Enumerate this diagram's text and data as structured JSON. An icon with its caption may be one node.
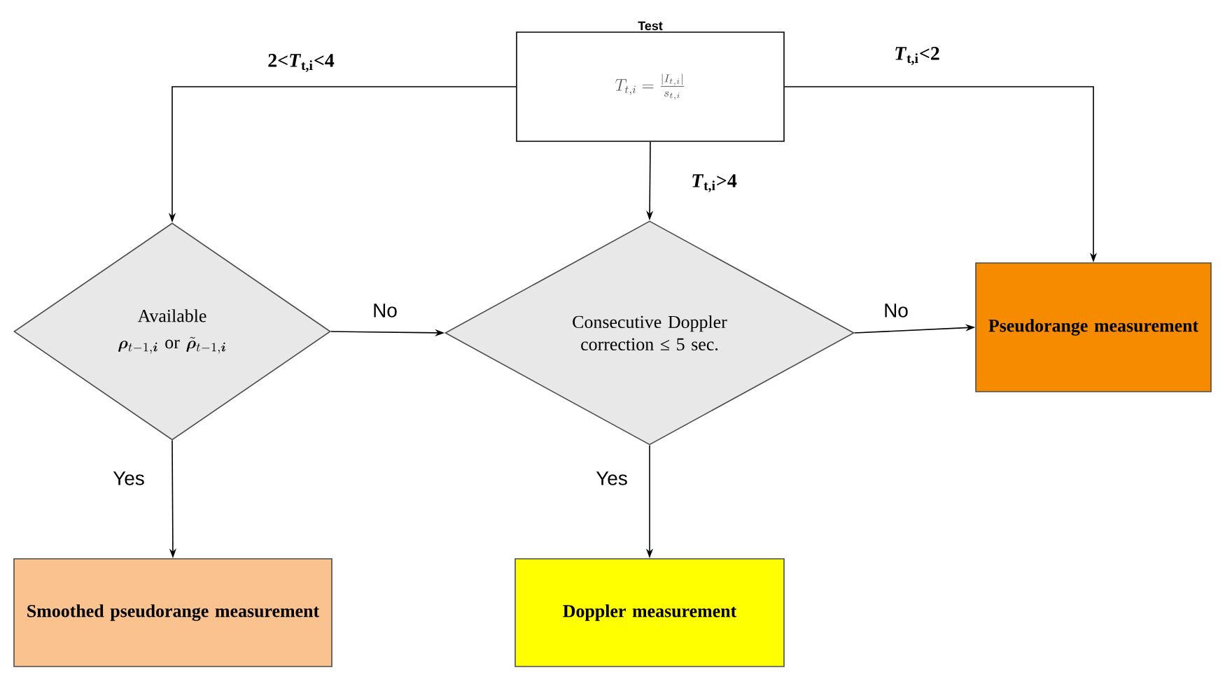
{
  "diagram": {
    "nodes": [
      {
        "text": [
          "Test",
          "T_{t,i} = \\frac{|I_{t,i}|}{s_{t,i}}"
        ]
      },
      {
        "text": [
          "Available",
          "\\boldsymbol{\\rho}_{t-1,\\boldsymbol{i}}\\ \\mathrm{or}\\ \\tilde{\\boldsymbol{\\rho}}_{t-1,\\boldsymbol{i}}"
        ]
      },
      {
        "text": [
          "Consecutive Doppler correction ≤ 5 sec."
        ]
      },
      {
        "text": [
          "Pseudorange measurement"
        ]
      },
      {
        "text": [
          "Smoothed pseudorange measurement"
        ]
      },
      {
        "text": [
          "Doppler measurement"
        ]
      }
    ],
    "edges": [
      {
        "from": 0,
        "to": 1,
        "arrow": "to",
        "label": "2<*T*$_{t,i}$<4"
      },
      {
        "from": 0,
        "to": 2,
        "arrow": "to",
        "label": "*T*$_{t,i}$>4"
      },
      {
        "from": 0,
        "to": 3,
        "arrow": "to",
        "label": "*T*$_{t,i}$<2"
      },
      {
        "from": 1,
        "to": 2,
        "arrow": "to",
        "label": "No"
      },
      {
        "from": 1,
        "to": 4,
        "arrow": "to",
        "label": "Yes"
      },
      {
        "from": 2,
        "to": 3,
        "arrow": "to",
        "label": "No"
      },
      {
        "from": 2,
        "to": 5,
        "arrow": "to",
        "label": "Yes"
      }
    ]
  }
}
